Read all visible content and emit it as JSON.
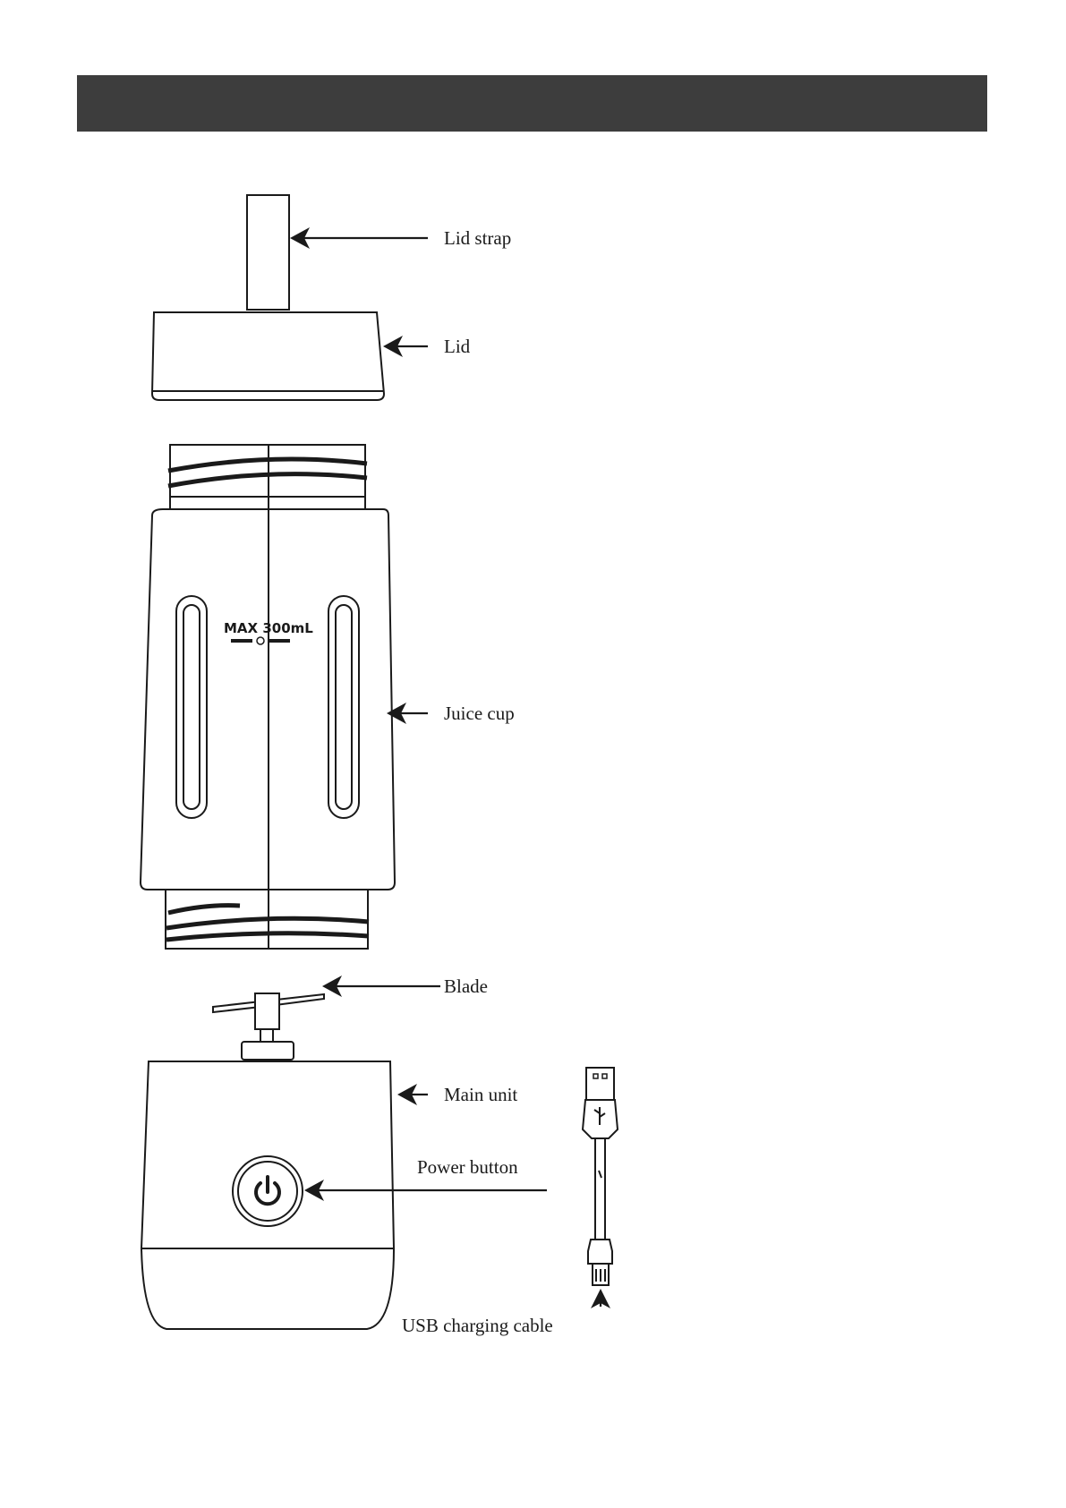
{
  "header": {
    "color": "#3d3d3d"
  },
  "parts": {
    "lid_strap": "Lid strap",
    "lid": "Lid",
    "juice_cup": "Juice cup",
    "blade": "Blade",
    "main_unit": "Main unit",
    "power_button": "Power button",
    "usb_charging_cable": "USB charging cable"
  },
  "cup_marking": {
    "capacity": "MAX 300mL"
  },
  "icons": [
    "power-icon",
    "usb-icon",
    "arrow-icon"
  ]
}
